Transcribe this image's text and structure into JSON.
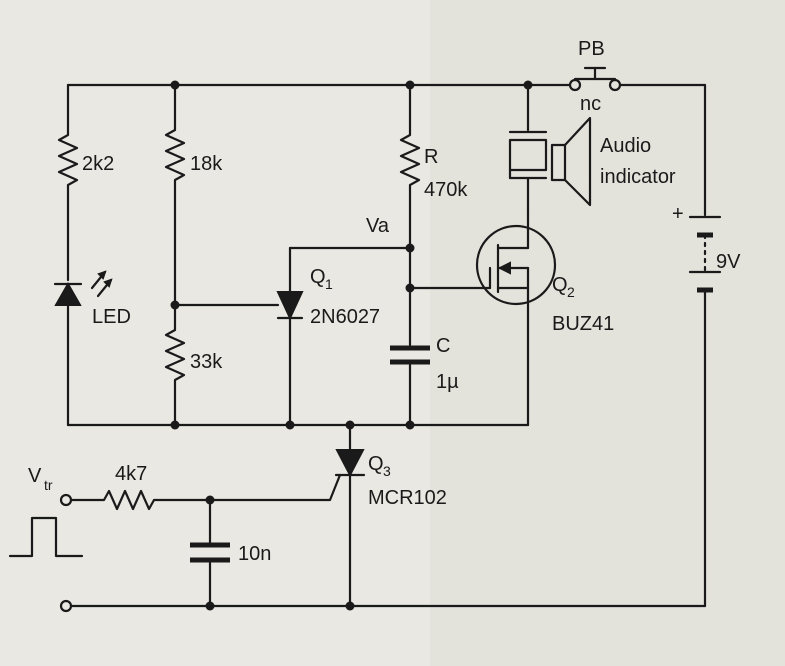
{
  "labels": {
    "r_led": "2k2",
    "r_top": "18k",
    "r_bottom": "33k",
    "r_timing_name": "R",
    "r_timing_value": "470k",
    "node_va": "Va",
    "q1_name": "Q",
    "q1_sub": "1",
    "q1_part": "2N6027",
    "led": "LED",
    "cap_name": "C",
    "cap_value": "1µ",
    "q2_name": "Q",
    "q2_sub": "2",
    "q2_part": "BUZ41",
    "q3_name": "Q",
    "q3_sub": "3",
    "q3_part": "MCR102",
    "pb_name": "PB",
    "pb_type": "nc",
    "audio_line1": "Audio",
    "audio_line2": "indicator",
    "battery_plus": "+",
    "battery_value": "9V",
    "vtr_main": "V",
    "vtr_sub": "tr",
    "r_input": "4k7",
    "c_input": "10n"
  }
}
